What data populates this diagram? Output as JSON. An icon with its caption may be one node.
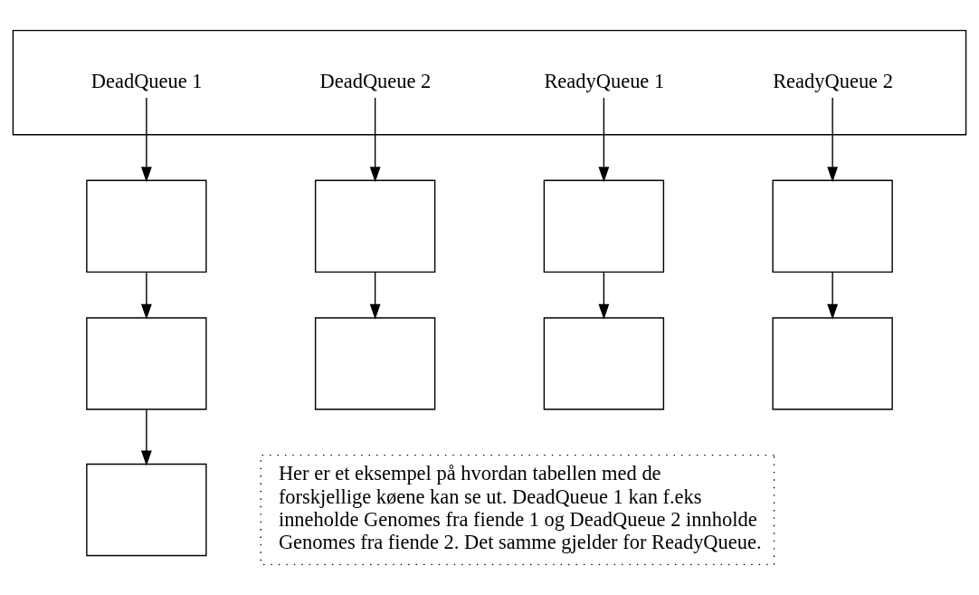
{
  "diagram": {
    "nodes": [
      {
        "text": [
          "DeadQueue 1",
          "DeadQueue 2",
          "ReadyQueue 1",
          "ReadyQueue 2"
        ]
      },
      {
        "text": [],
        "shape": "box"
      },
      {
        "text": [],
        "shape": "box"
      },
      {
        "text": [],
        "shape": "box"
      },
      {
        "text": [],
        "shape": "box"
      },
      {
        "text": [],
        "shape": "box"
      },
      {
        "text": [],
        "shape": "box"
      },
      {
        "text": [],
        "shape": "box"
      },
      {
        "text": [],
        "shape": "box"
      },
      {
        "text": [],
        "shape": "box"
      },
      {
        "text": [
          "Her er et eksempel på hvordan tabellen med de forskjellige køene kan se ut. DeadQueue 1 kan f.eks inneholde Genomes fra fiende 1 og DeadQueue 2 innholde Genomes fra fiende 2. Det samme gjelder for ReadyQueue."
        ]
      }
    ],
    "edges": [
      {
        "from": 0,
        "to": 1,
        "arrow": "to"
      },
      {
        "from": 0,
        "to": 2,
        "arrow": "to"
      },
      {
        "from": 0,
        "to": 3,
        "arrow": "to"
      },
      {
        "from": 0,
        "to": 4,
        "arrow": "to"
      },
      {
        "from": 1,
        "to": 5,
        "arrow": "to"
      },
      {
        "from": 2,
        "to": 6,
        "arrow": "to"
      },
      {
        "from": 3,
        "to": 7,
        "arrow": "to"
      },
      {
        "from": 4,
        "to": 8,
        "arrow": "to"
      },
      {
        "from": 5,
        "to": 9,
        "arrow": "to"
      }
    ]
  }
}
